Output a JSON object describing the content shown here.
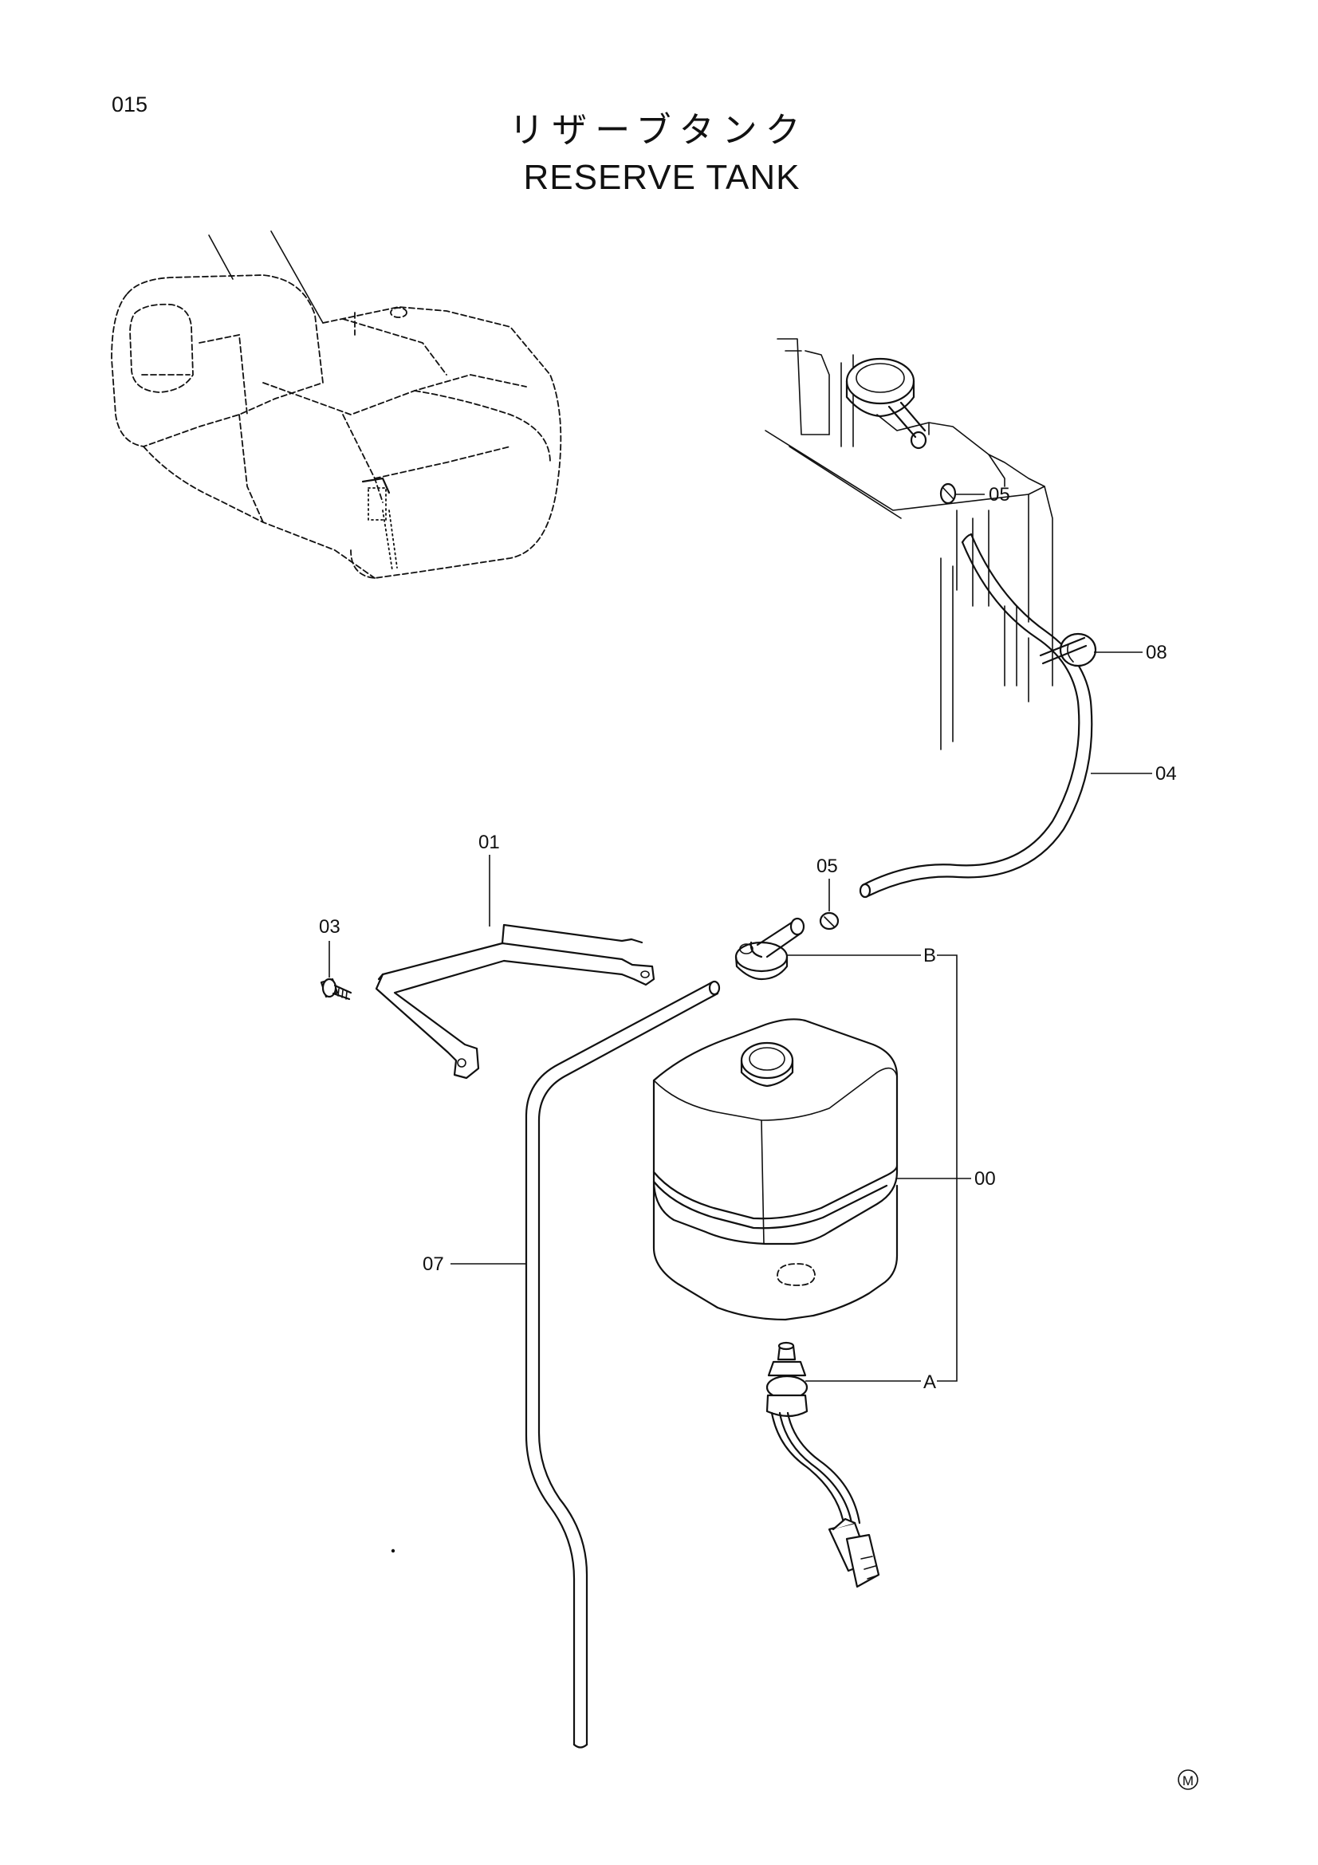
{
  "page": {
    "number": "015"
  },
  "title": {
    "japanese": "リザーブタンク",
    "english": "RESERVE TANK"
  },
  "callouts": {
    "c05_top": "05",
    "c08": "08",
    "c04": "04",
    "c01": "01",
    "c05_cap": "05",
    "c03": "03",
    "cB": "B",
    "c00": "00",
    "c07": "07",
    "cA": "A"
  },
  "mark": "Ⓜ"
}
